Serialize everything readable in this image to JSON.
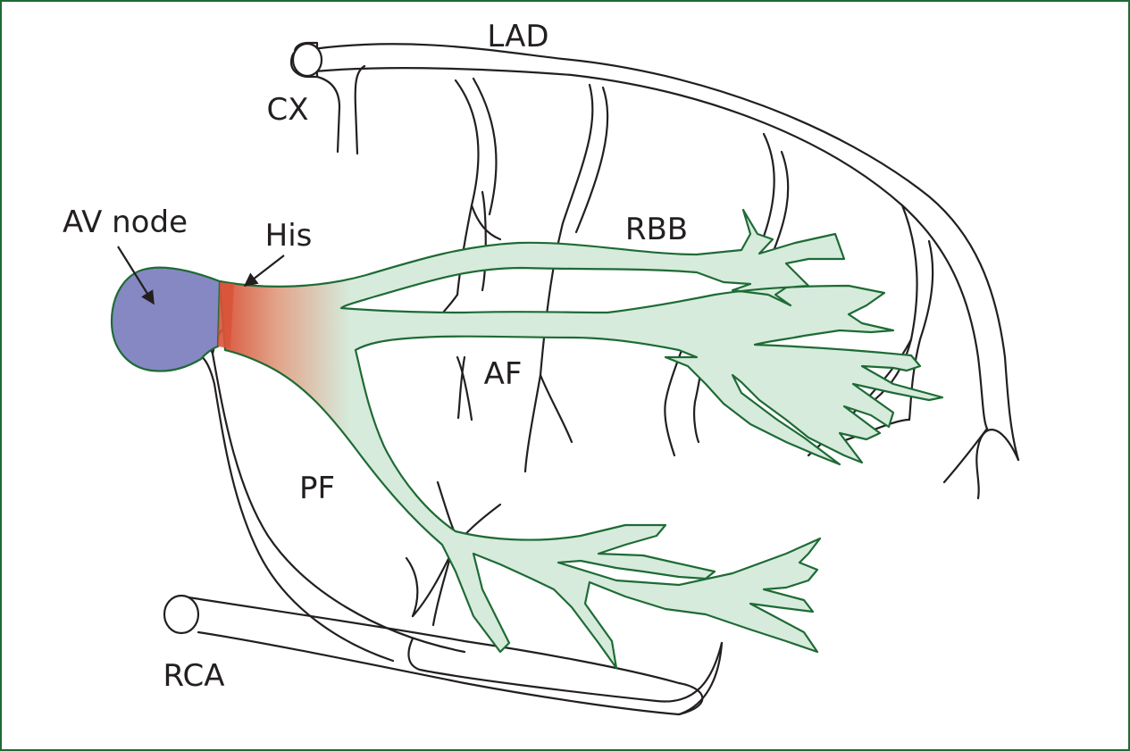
{
  "labels": {
    "lad": "LAD",
    "cx": "CX",
    "av_node": "AV node",
    "his": "His",
    "rbb": "RBB",
    "af": "AF",
    "pf": "PF",
    "rca": "RCA"
  },
  "colors": {
    "frame": "#1e6b35",
    "av_node": "#8588c2",
    "his": "#d9543a",
    "fibers": "#d6ebdc",
    "fiber_outline": "#1e6b35",
    "artery_outline": "#231f20"
  }
}
